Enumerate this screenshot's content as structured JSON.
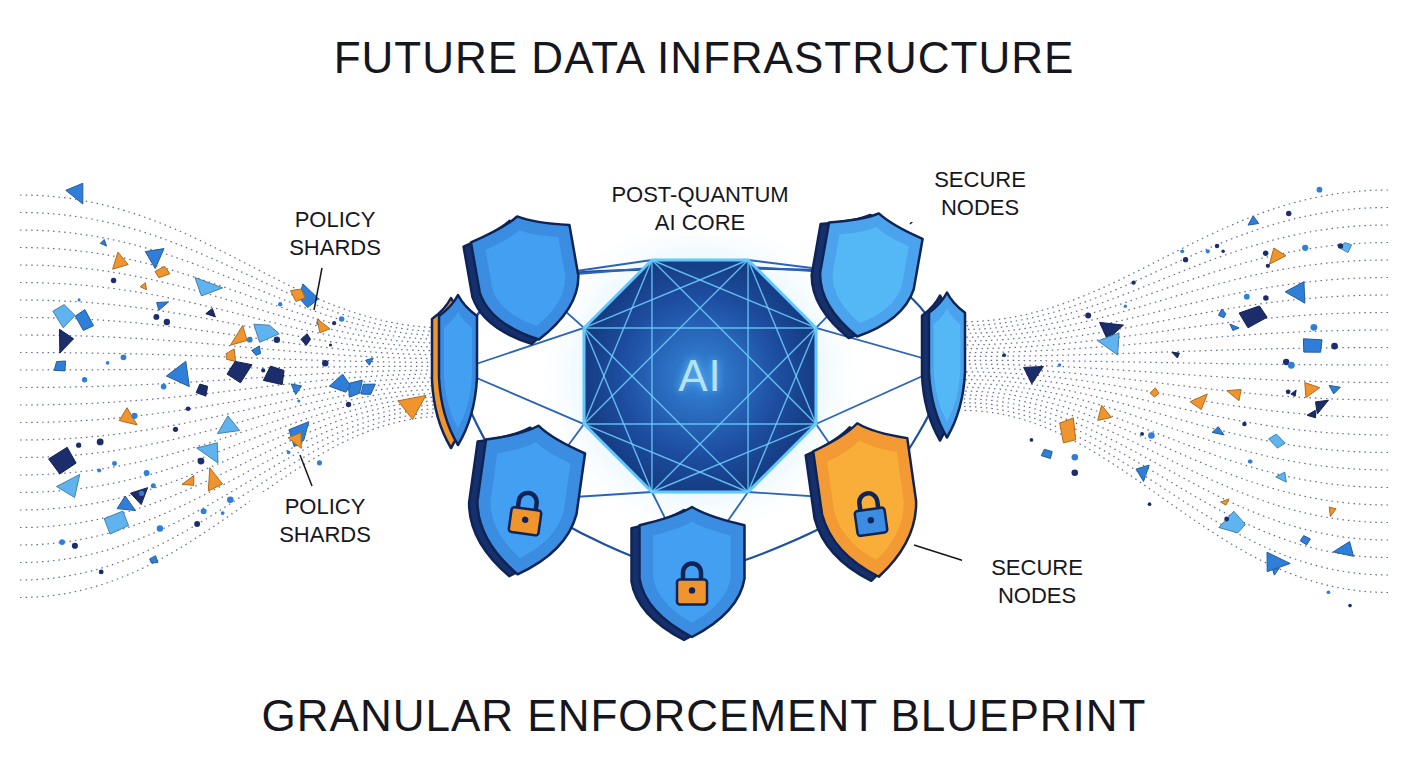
{
  "diagram": {
    "title": "FUTURE DATA INFRASTRUCTURE",
    "caption": "GRANULAR ENFORCEMENT BLUEPRINT",
    "nodes": [
      {
        "text": [
          "POST-QUANTUM AI CORE",
          "AI"
        ]
      }
    ],
    "labels": [
      "POLICY SHARDS",
      "SECURE NODES",
      "POLICY SHARDS",
      "SECURE NODES"
    ]
  }
}
